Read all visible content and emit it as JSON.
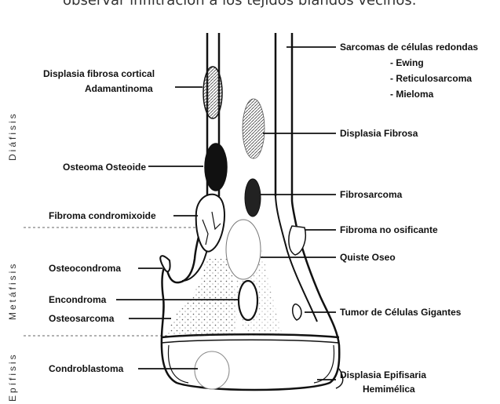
{
  "caption": "observar infiltración a los tejidos blandos vecinos.",
  "regions": {
    "diafisis": "Diáfisis",
    "metafisis": "Metáfisis",
    "epifisis": "Epífisis"
  },
  "labels_left": {
    "displasia_cortical": "Displasia fibrosa cortical",
    "adamantinoma": "Adamantinoma",
    "osteoma_osteoide": "Osteoma Osteoide",
    "fibroma_condromixoide": "Fibroma condromixoide",
    "osteocondroma": "Osteocondroma",
    "encondroma": "Encondroma",
    "osteosarcoma": "Osteosarcoma",
    "condroblastoma": "Condroblastoma"
  },
  "labels_right": {
    "sarcomas": "Sarcomas de células redondas",
    "ewing": "- Ewing",
    "reticulosarcoma": "- Reticulosarcoma",
    "mieloma": "- Mieloma",
    "displasia_fibrosa": "Displasia Fibrosa",
    "fibrosarcoma": "Fibrosarcoma",
    "fibroma_no_osificante": "Fibroma no osificante",
    "quiste_oseo": "Quiste Oseo",
    "tumor_celulas_gigantes": "Tumor de Células Gigantes",
    "displasia_epifisaria": "Displasia Epifisaria",
    "hemimelica": "Hemimélica"
  },
  "colors": {
    "ink": "#111111",
    "background": "#ffffff"
  }
}
